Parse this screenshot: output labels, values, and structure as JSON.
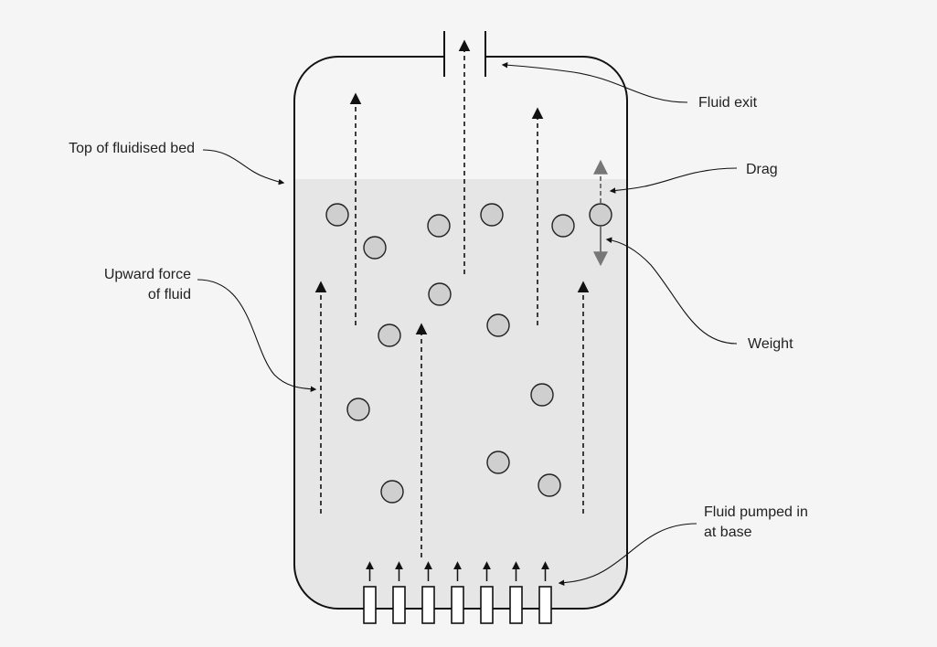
{
  "labels": {
    "fluid_exit": "Fluid exit",
    "top_of_bed": "Top of fluidised bed",
    "drag": "Drag",
    "upward_force_line1": "Upward force",
    "upward_force_line2": "of fluid",
    "weight": "Weight",
    "fluid_pumped_line1": "Fluid pumped in",
    "fluid_pumped_line2": "at base"
  },
  "colors": {
    "background": "#f5f5f5",
    "bed_fill": "#e6e6e6",
    "particle_fill": "#cfcfcf",
    "outline": "#111111",
    "force_arrow": "#777777"
  }
}
